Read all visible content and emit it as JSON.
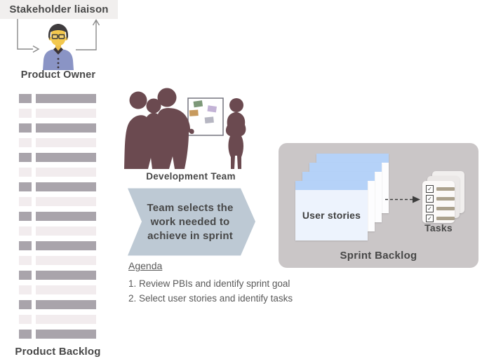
{
  "colors": {
    "header_bg": "#f1efee",
    "text_dark": "#474747",
    "text_gray": "#595959",
    "connector_gray": "#8a8a8a",
    "accent_silhouette": "#6b4a50",
    "banner_fill": "#bdc9d4",
    "panel_fill": "#cac6c7",
    "card_header_blue": "#b5d2f8",
    "card_body_blue": "#edf3fd",
    "task_bar_tan": "#aba18d",
    "backlog_row_dark": "#a9a4ab",
    "backlog_row_light": "#f2ecee",
    "note_green": "#7d9878",
    "note_purple": "#c3b3d6",
    "note_orange": "#c79a5e",
    "note_gray": "#b6b6c2",
    "avatar_shirt": "#8a94c5",
    "avatar_skin": "#f3c84e",
    "avatar_hair": "#3f3c3e"
  },
  "header": {
    "stakeholder_label": "Stakeholder liaison"
  },
  "product_owner": {
    "label": "Product Owner"
  },
  "product_backlog": {
    "label": "Product Backlog",
    "row_count": 17
  },
  "development_team": {
    "label": "Development Team"
  },
  "banner": {
    "lines": [
      "Team selects the",
      "work needed to",
      "achieve in sprint"
    ]
  },
  "agenda": {
    "title": "Agenda",
    "items": [
      "1. Review PBIs and identify sprint goal",
      "2. Select user stories and identify tasks"
    ]
  },
  "sprint_backlog": {
    "label": "Sprint Backlog",
    "user_stories_label": "User stories",
    "tasks_label": "Tasks",
    "task_row_count": 4,
    "check_glyph": "✓"
  }
}
